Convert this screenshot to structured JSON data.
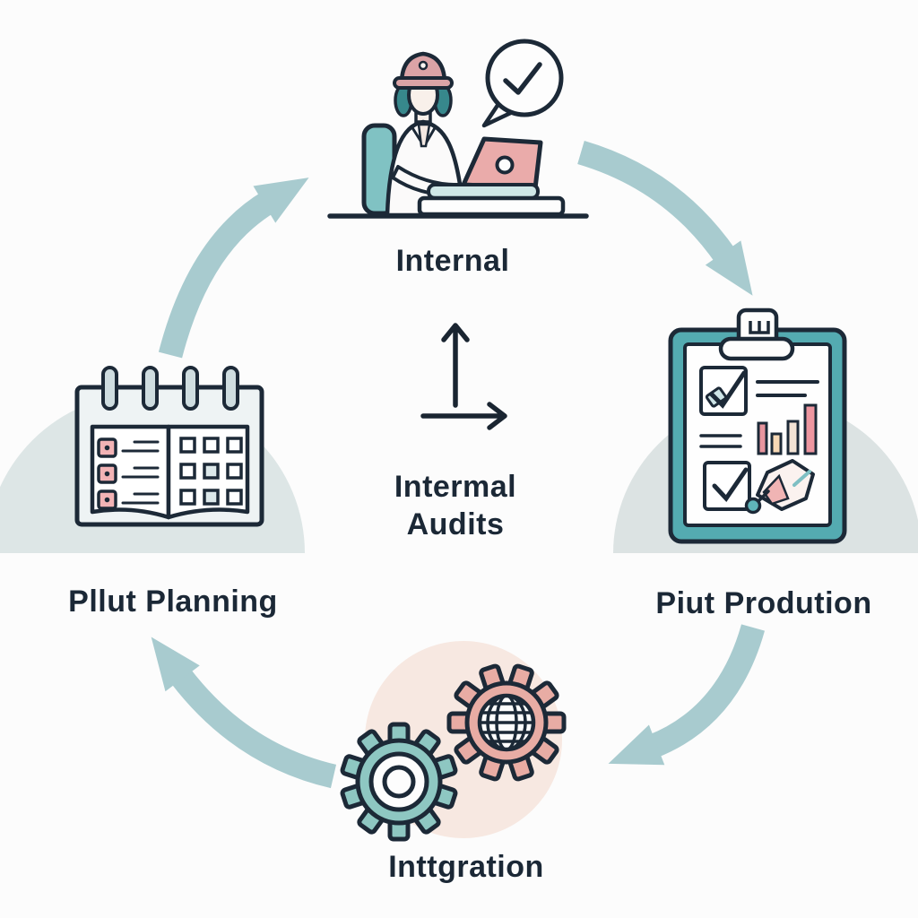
{
  "diagram": {
    "type": "cycle-process-diagram",
    "nodes": {
      "top": {
        "label": "Internal",
        "icon": "auditor-at-laptop-icon"
      },
      "right": {
        "label": "Piut Prodution",
        "icon": "clipboard-report-icon"
      },
      "bottom": {
        "label": "Inttgration",
        "icon": "gears-globe-icon"
      },
      "left": {
        "label": "Pllut Planning",
        "icon": "planner-calendar-icon"
      },
      "center": {
        "lines": [
          "Intermal",
          "Audits"
        ],
        "icon": "axis-arrows-icon"
      }
    },
    "flow_arrows": [
      {
        "from": "left",
        "to": "top"
      },
      {
        "from": "top",
        "to": "right"
      },
      {
        "from": "right",
        "to": "bottom"
      },
      {
        "from": "bottom",
        "to": "left"
      }
    ],
    "colors": {
      "background": "#fcfcfc",
      "outline_navy": "#1c2937",
      "text_navy": "#1b2836",
      "arrow_teal": "#a8cbcf",
      "clipboard_teal": "#54abb1",
      "chair_teal": "#80c2c3",
      "gear_teal": "#8ec7c2",
      "gear_pink": "#e8aca4",
      "hard_hat_pink": "#dba3a6",
      "laptop_pink": "#eaabaa",
      "checkbox_pink": "#f2b3b5",
      "peach_circle": "#f7e8e1",
      "dome_left": "#dde6e6",
      "dome_right": "#dce3e3"
    }
  }
}
